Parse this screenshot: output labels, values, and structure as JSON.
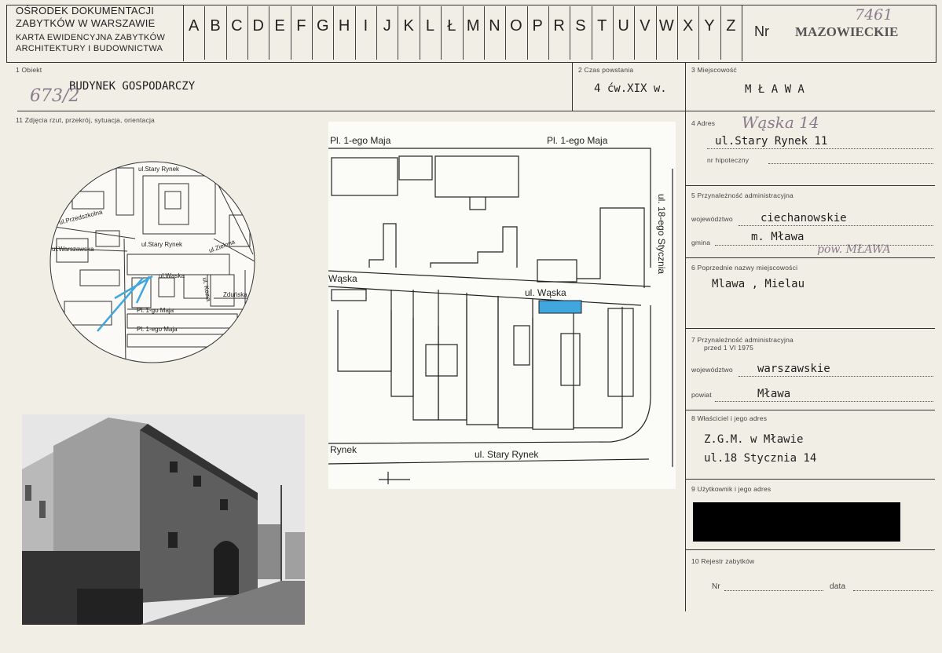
{
  "header": {
    "org_line1": "OŚRODEK DOKUMENTACJI",
    "org_line2": "ZABYTKÓW W WARSZAWIE",
    "card_line1": "KARTA EWIDENCYJNA ZABYTKÓW",
    "card_line2": "ARCHITEKTURY I BUDOWNICTWA",
    "alphabet": [
      "A",
      "B",
      "C",
      "D",
      "E",
      "F",
      "G",
      "H",
      "I",
      "J",
      "K",
      "L",
      "Ł",
      "M",
      "N",
      "O",
      "P",
      "R",
      "S",
      "T",
      "U",
      "V",
      "W",
      "X",
      "Y",
      "Z"
    ],
    "nr_label": "Nr",
    "voivodeship_stamp": "MAZOWIECKIE",
    "handwritten_number": "7461"
  },
  "field1": {
    "label": "1 Obiekt",
    "value": "BUDYNEK GOSPODARCZY",
    "handwritten": "673/2"
  },
  "field2": {
    "label": "2 Czas powstania",
    "value": "4 ćw.XIX w."
  },
  "field3": {
    "label": "3 Miejscowość",
    "value": "M Ł A W A"
  },
  "field4": {
    "label": "4 Adres",
    "handwritten": "Wąska 14",
    "value": "ul.Stary Rynek 11",
    "sub_label": "nr hipoteczny"
  },
  "field5": {
    "label": "5 Przynależność administracyjna",
    "woj_label": "województwo",
    "woj_value": "ciechanowskie",
    "gmina_label": "gmina",
    "gmina_value": "m. Mława",
    "handwritten": "pow. MŁAWA"
  },
  "field6": {
    "label": "6 Poprzednie nazwy miejscowości",
    "value": "Mlawa , Mielau"
  },
  "field7": {
    "label_line1": "7 Przynależność administracyjna",
    "label_line2": "przed 1 VI 1975",
    "woj_label": "województwo",
    "woj_value": "warszawskie",
    "powiat_label": "powiat",
    "powiat_value": "Mława"
  },
  "field8": {
    "label": "8 Właściciel i jego adres",
    "line1": "Z.G.M. w Mławie",
    "line2": "ul.18 Stycznia 14"
  },
  "field9": {
    "label": "9 Użytkownik i jego adres"
  },
  "field10": {
    "label": "10 Rejestr zabytków",
    "nr_label": "Nr",
    "date_label": "data"
  },
  "field11": {
    "label": "11 Zdjęcia rzut, przekrój, sytuacja, orientacja"
  },
  "map_circle": {
    "labels": [
      "ul.Stary Rynek",
      "ul.Stary Rynek",
      "ul.Przedszkolna",
      "ul.Warszawska",
      "ul.Zielona",
      "ul.Wąska",
      "Pl. 1-go Maja",
      "Pl. 1-ego Maja",
      "Zduńska",
      "ul. Kozia"
    ]
  },
  "site_plan": {
    "labels": {
      "top_left": "Pl. 1-ego Maja",
      "top_right": "Pl. 1-ego Maja",
      "right_street": "ul. 18-ego Stycznia",
      "middle_street": "ul. Wąska",
      "left_street": "Wąska",
      "bottom_left": "Rynek",
      "bottom_street": "ul. Stary Rynek"
    },
    "highlight_color": "#3fa7dd"
  },
  "colors": {
    "paper": "#f1eee6",
    "ink": "#2a2a2a",
    "pencil": "#8a7c8c",
    "highlight": "#3fa7dd"
  }
}
